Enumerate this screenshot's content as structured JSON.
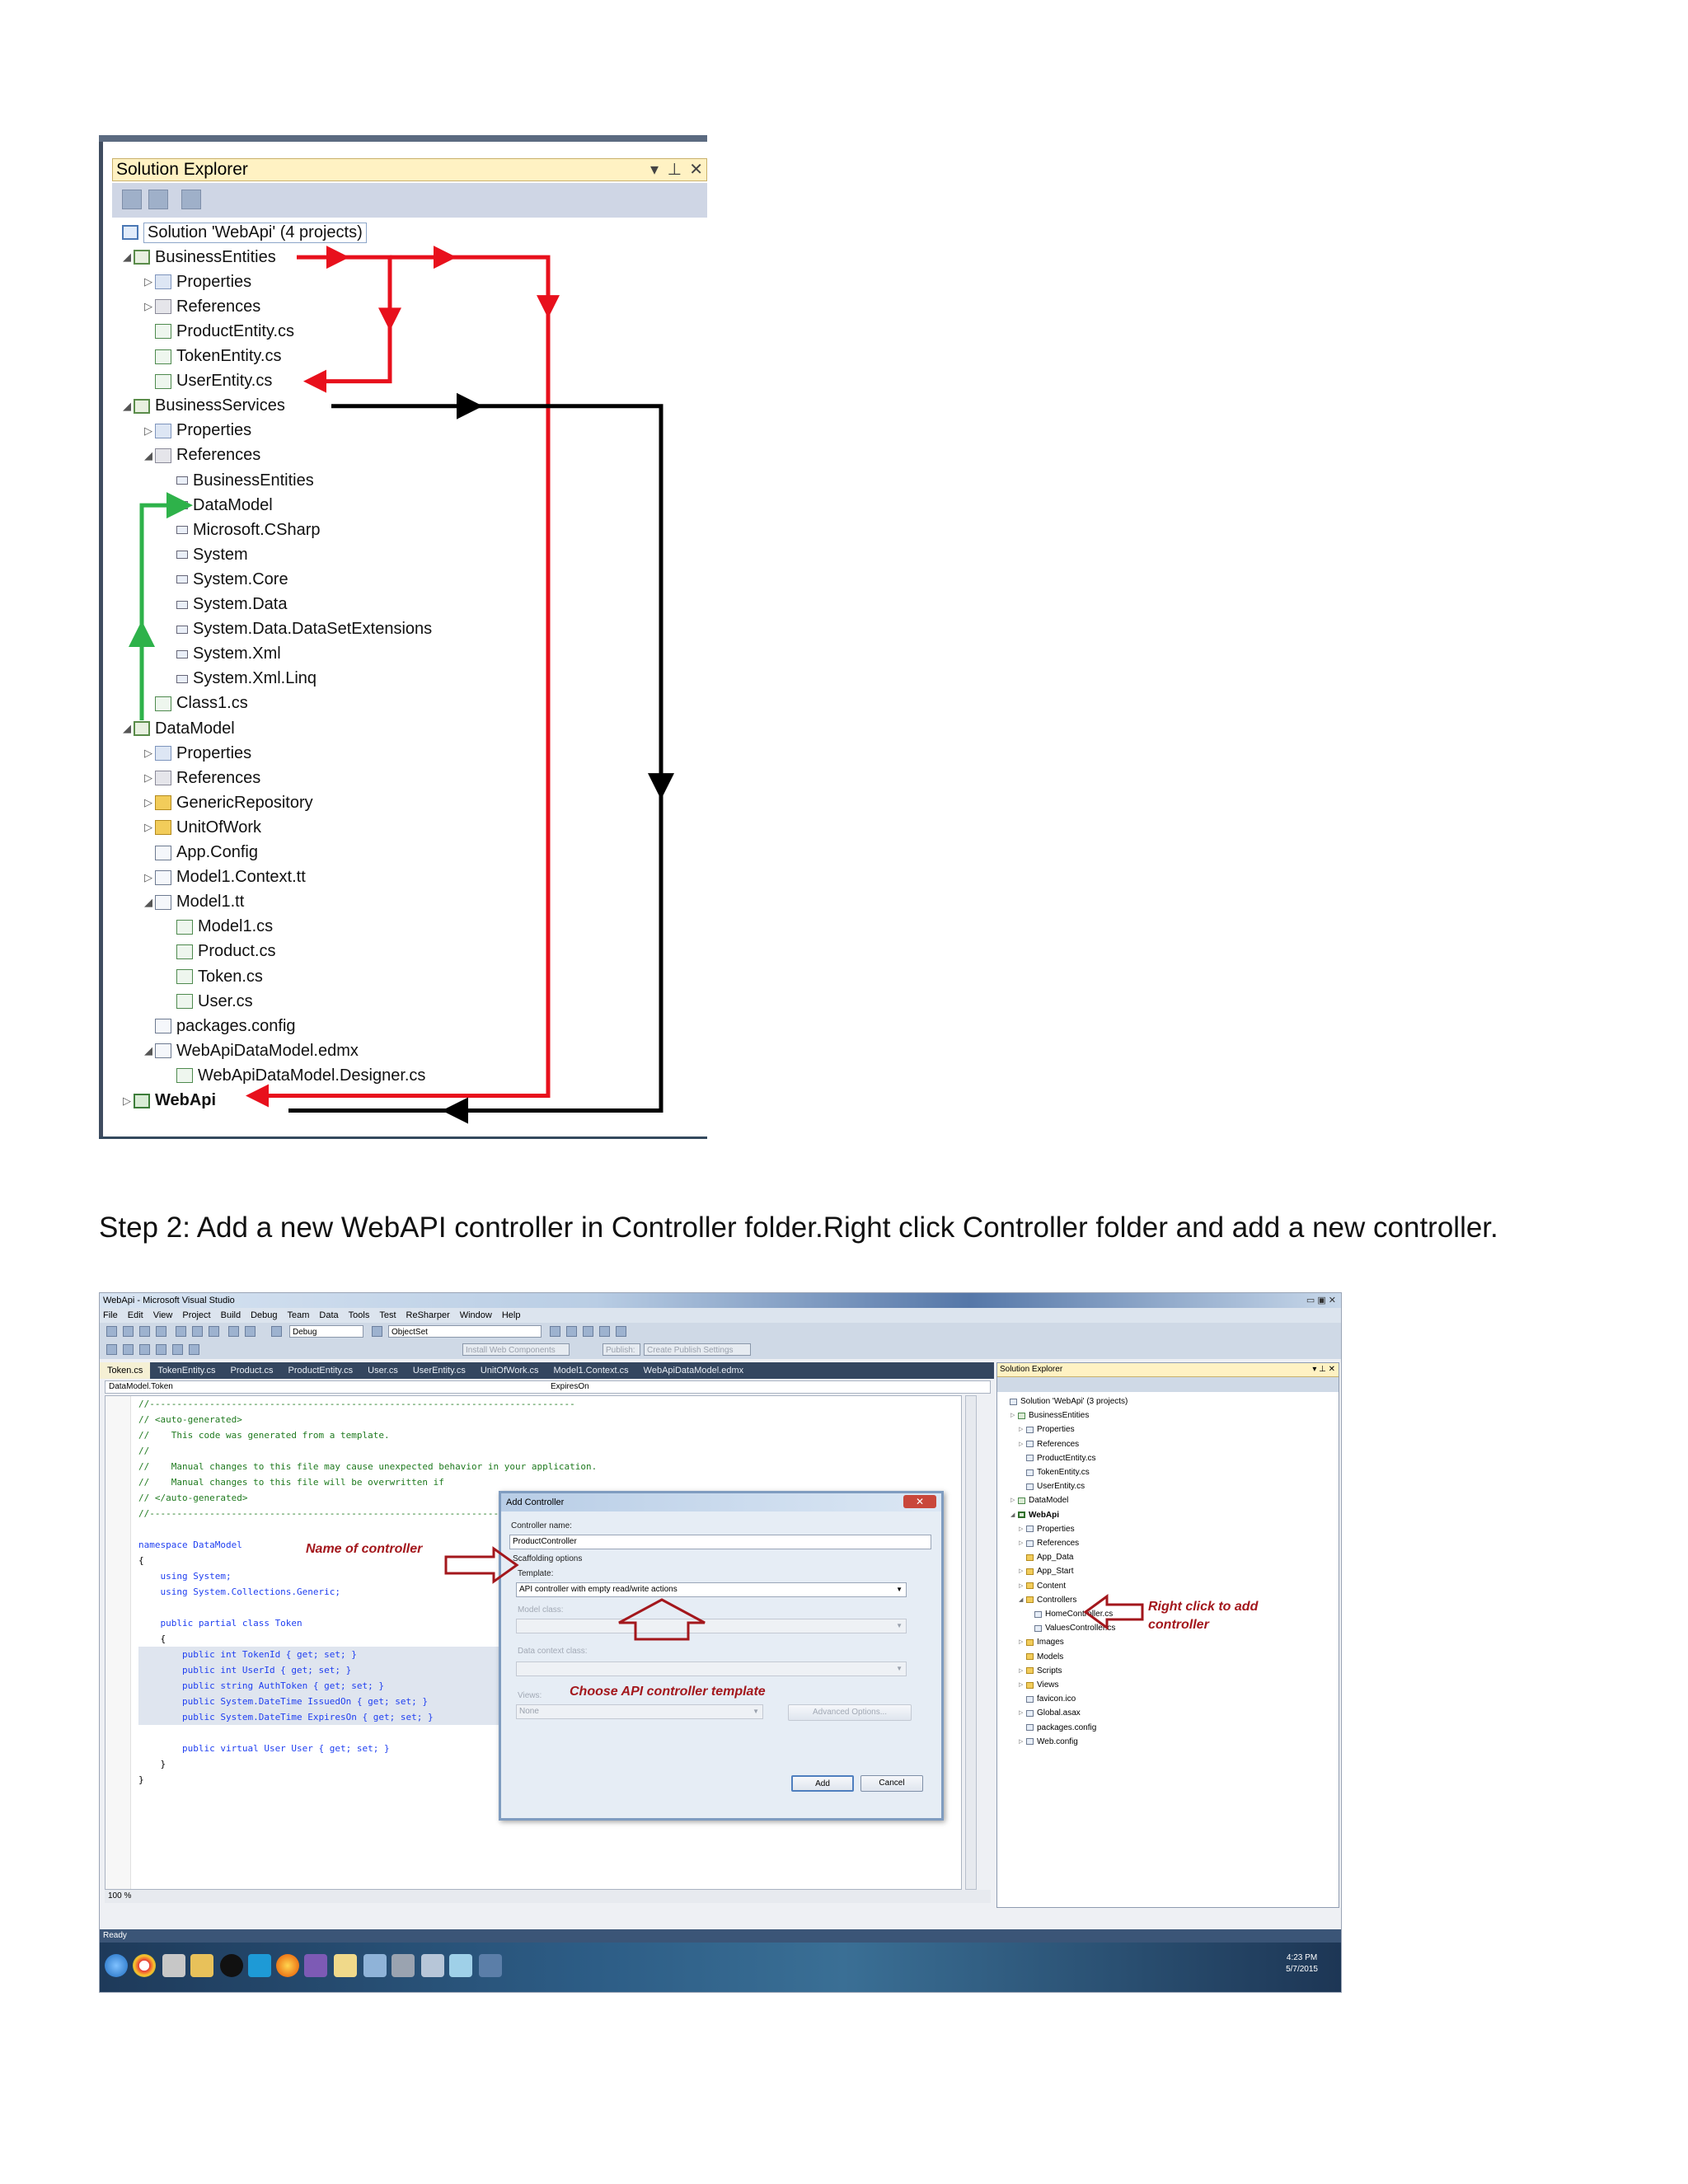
{
  "figure1": {
    "panel_title": "Solution Explorer",
    "panel_controls": [
      "▾",
      "⊥",
      "✕"
    ],
    "tree": [
      {
        "label": "Solution 'WebApi' (4 projects)",
        "level": 0,
        "icon": "solution-icon",
        "expander": ""
      },
      {
        "label": "BusinessEntities",
        "level": 1,
        "icon": "project-icon",
        "expander": "◢"
      },
      {
        "label": "Properties",
        "level": 2,
        "icon": "properties-icon",
        "expander": "▷"
      },
      {
        "label": "References",
        "level": 2,
        "icon": "references-icon",
        "expander": "▷"
      },
      {
        "label": "ProductEntity.cs",
        "level": 2,
        "icon": "cs-file-icon",
        "expander": ""
      },
      {
        "label": "TokenEntity.cs",
        "level": 2,
        "icon": "cs-file-icon",
        "expander": ""
      },
      {
        "label": "UserEntity.cs",
        "level": 2,
        "icon": "cs-file-icon",
        "expander": ""
      },
      {
        "label": "BusinessServices",
        "level": 1,
        "icon": "project-icon",
        "expander": "◢"
      },
      {
        "label": "Properties",
        "level": 2,
        "icon": "properties-icon",
        "expander": "▷"
      },
      {
        "label": "References",
        "level": 2,
        "icon": "references-icon",
        "expander": "◢"
      },
      {
        "label": "BusinessEntities",
        "level": 3,
        "icon": "reference-icon",
        "expander": ""
      },
      {
        "label": "DataModel",
        "level": 3,
        "icon": "reference-icon",
        "expander": ""
      },
      {
        "label": "Microsoft.CSharp",
        "level": 3,
        "icon": "reference-icon",
        "expander": ""
      },
      {
        "label": "System",
        "level": 3,
        "icon": "reference-icon",
        "expander": ""
      },
      {
        "label": "System.Core",
        "level": 3,
        "icon": "reference-icon",
        "expander": ""
      },
      {
        "label": "System.Data",
        "level": 3,
        "icon": "reference-icon",
        "expander": ""
      },
      {
        "label": "System.Data.DataSetExtensions",
        "level": 3,
        "icon": "reference-icon",
        "expander": ""
      },
      {
        "label": "System.Xml",
        "level": 3,
        "icon": "reference-icon",
        "expander": ""
      },
      {
        "label": "System.Xml.Linq",
        "level": 3,
        "icon": "reference-icon",
        "expander": ""
      },
      {
        "label": "Class1.cs",
        "level": 2,
        "icon": "cs-file-icon",
        "expander": ""
      },
      {
        "label": "DataModel",
        "level": 1,
        "icon": "project-icon",
        "expander": "◢"
      },
      {
        "label": "Properties",
        "level": 2,
        "icon": "properties-icon",
        "expander": "▷"
      },
      {
        "label": "References",
        "level": 2,
        "icon": "references-icon",
        "expander": "▷"
      },
      {
        "label": "GenericRepository",
        "level": 2,
        "icon": "folder-icon",
        "expander": "▷"
      },
      {
        "label": "UnitOfWork",
        "level": 2,
        "icon": "folder-icon",
        "expander": "▷"
      },
      {
        "label": "App.Config",
        "level": 2,
        "icon": "config-file-icon",
        "expander": ""
      },
      {
        "label": "Model1.Context.tt",
        "level": 2,
        "icon": "file-icon",
        "expander": "▷"
      },
      {
        "label": "Model1.tt",
        "level": 2,
        "icon": "file-icon",
        "expander": "◢"
      },
      {
        "label": "Model1.cs",
        "level": 3,
        "icon": "cs-file-icon",
        "expander": ""
      },
      {
        "label": "Product.cs",
        "level": 3,
        "icon": "cs-file-icon",
        "expander": ""
      },
      {
        "label": "Token.cs",
        "level": 3,
        "icon": "cs-file-icon",
        "expander": ""
      },
      {
        "label": "User.cs",
        "level": 3,
        "icon": "cs-file-icon",
        "expander": ""
      },
      {
        "label": "packages.config",
        "level": 2,
        "icon": "config-file-icon",
        "expander": ""
      },
      {
        "label": "WebApiDataModel.edmx",
        "level": 2,
        "icon": "edmx-icon",
        "expander": "◢"
      },
      {
        "label": "WebApiDataModel.Designer.cs",
        "level": 3,
        "icon": "cs-file-icon",
        "expander": ""
      },
      {
        "label": "WebApi",
        "level": 1,
        "icon": "web-project-icon",
        "expander": "▷",
        "bold": true
      }
    ]
  },
  "step_text": "Step 2: Add a new WebAPI controller in Controller folder.Right click Controller folder and add a new controller.",
  "figure2": {
    "window_title": "WebApi - Microsoft Visual Studio",
    "window_controls": "▭ ▣ ✕",
    "menu": [
      "File",
      "Edit",
      "View",
      "Project",
      "Build",
      "Debug",
      "Team",
      "Data",
      "Tools",
      "Test",
      "ReSharper",
      "Window",
      "Help"
    ],
    "toolbar": {
      "config": "Debug",
      "find": "ObjectSet",
      "extra1": "Install Web Components",
      "extra2": "Publish:",
      "extra3": "Create Publish Settings"
    },
    "tabs": [
      "Token.cs",
      "TokenEntity.cs",
      "Product.cs",
      "ProductEntity.cs",
      "User.cs",
      "UserEntity.cs",
      "UnitOfWork.cs",
      "Model1.Context.cs",
      "WebApiDataModel.edmx"
    ],
    "nav_left": "DataModel.Token",
    "nav_right": "ExpiresOn",
    "zoom": "100 %",
    "status": "Ready",
    "clock_time": "4:23 PM",
    "clock_date": "5/7/2015",
    "code_lines": [
      "//------------------------------------------------------------------------------",
      "// <auto-generated>",
      "//    This code was generated from a template.",
      "//",
      "//    Manual changes to this file may cause unexpected behavior in your application.",
      "//    Manual changes to this file will be overwritten if",
      "// </auto-generated>",
      "//------------------------------------------------------------------------------",
      "",
      "namespace DataModel",
      "{",
      "    using System;",
      "    using System.Collections.Generic;",
      "",
      "    public partial class Token",
      "    {",
      "        public int TokenId { get; set; }",
      "        public int UserId { get; set; }",
      "        public string AuthToken { get; set; }",
      "        public System.DateTime IssuedOn { get; set; }",
      "        public System.DateTime ExpiresOn { get; set; }",
      "",
      "        public virtual User User { get; set; }",
      "    }",
      "}"
    ],
    "dialog": {
      "title": "Add Controller",
      "close": "✕",
      "controller_name_label": "Controller name:",
      "controller_name_value": "ProductController",
      "scaffolding_label": "Scaffolding options",
      "template_label": "Template:",
      "template_value": "API controller with empty read/write actions",
      "model_class_label": "Model class:",
      "data_context_label": "Data context class:",
      "views_label": "Views:",
      "views_value": "None",
      "advanced_button": "Advanced Options...",
      "add_button": "Add",
      "cancel_button": "Cancel"
    },
    "annotations": {
      "name_of_controller": "Name of controller",
      "choose_template": "Choose API controller template",
      "right_click": "Right click to add",
      "right_click_2": "controller"
    },
    "solution_explorer": {
      "title": "Solution Explorer",
      "controls": "▾ ⊥ ✕",
      "items": [
        {
          "label": "Solution 'WebApi' (3 projects)",
          "level": 0,
          "icon": "solution-icon",
          "exp": ""
        },
        {
          "label": "BusinessEntities",
          "level": 1,
          "icon": "project-icon",
          "exp": "▷"
        },
        {
          "label": "Properties",
          "level": 2,
          "icon": "properties-icon",
          "exp": "▷"
        },
        {
          "label": "References",
          "level": 2,
          "icon": "references-icon",
          "exp": "▷"
        },
        {
          "label": "ProductEntity.cs",
          "level": 2,
          "icon": "cs-file-icon",
          "exp": ""
        },
        {
          "label": "TokenEntity.cs",
          "level": 2,
          "icon": "cs-file-icon",
          "exp": ""
        },
        {
          "label": "UserEntity.cs",
          "level": 2,
          "icon": "cs-file-icon",
          "exp": ""
        },
        {
          "label": "DataModel",
          "level": 1,
          "icon": "project-icon",
          "exp": "▷"
        },
        {
          "label": "WebApi",
          "level": 1,
          "icon": "web-project-icon",
          "exp": "◢",
          "bold": true
        },
        {
          "label": "Properties",
          "level": 2,
          "icon": "properties-icon",
          "exp": "▷"
        },
        {
          "label": "References",
          "level": 2,
          "icon": "references-icon",
          "exp": "▷"
        },
        {
          "label": "App_Data",
          "level": 2,
          "icon": "folder-icon",
          "exp": ""
        },
        {
          "label": "App_Start",
          "level": 2,
          "icon": "folder-icon",
          "exp": "▷"
        },
        {
          "label": "Content",
          "level": 2,
          "icon": "folder-icon",
          "exp": "▷"
        },
        {
          "label": "Controllers",
          "level": 2,
          "icon": "folder-icon",
          "exp": "◢"
        },
        {
          "label": "HomeController.cs",
          "level": 3,
          "icon": "cs-file-icon",
          "exp": ""
        },
        {
          "label": "ValuesController.cs",
          "level": 3,
          "icon": "cs-file-icon",
          "exp": ""
        },
        {
          "label": "Images",
          "level": 2,
          "icon": "folder-icon",
          "exp": "▷"
        },
        {
          "label": "Models",
          "level": 2,
          "icon": "folder-icon",
          "exp": ""
        },
        {
          "label": "Scripts",
          "level": 2,
          "icon": "folder-icon",
          "exp": "▷"
        },
        {
          "label": "Views",
          "level": 2,
          "icon": "folder-icon",
          "exp": "▷"
        },
        {
          "label": "favicon.ico",
          "level": 2,
          "icon": "file-icon",
          "exp": ""
        },
        {
          "label": "Global.asax",
          "level": 2,
          "icon": "file-icon",
          "exp": "▷"
        },
        {
          "label": "packages.config",
          "level": 2,
          "icon": "config-file-icon",
          "exp": ""
        },
        {
          "label": "Web.config",
          "level": 2,
          "icon": "config-file-icon",
          "exp": "▷"
        }
      ]
    }
  },
  "colors": {
    "arrow_red": "#e8101c",
    "arrow_black": "#000000",
    "arrow_green": "#2eb24a",
    "annotation": "#a3171c"
  }
}
